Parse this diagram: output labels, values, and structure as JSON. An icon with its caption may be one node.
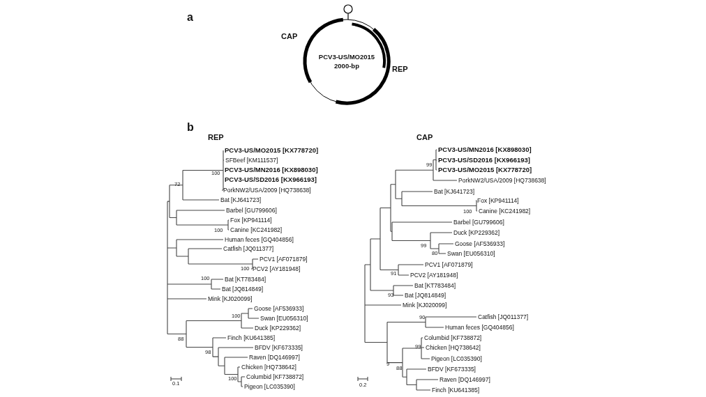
{
  "diagram": {
    "nodes": [
      {
        "text": [
          "PCV3-US/MO2015",
          "2000-bp"
        ]
      }
    ],
    "labels": [
      "a",
      "CAP",
      "REP",
      "b",
      "REP",
      "PCV3-US/MO2015 [KX778720]",
      "SFBeef [KM111537]",
      "PCV3-US/MN2016 [KX898030]",
      "PCV3-US/SD2016 [KX966193]",
      "PorkNW2/USA/2009 [HQ738638]",
      "Bat [KJ641723]",
      "Barbel [GU799606]",
      "Fox [KP941114]",
      "Canine [KC241982]",
      "Human feces [GQ404856]",
      "Catfish [JQ011377]",
      "PCV1 [AF071879]",
      "PCV2 [AY181948]",
      "Bat [KT783484]",
      "Bat [JQ814849]",
      "Mink [KJ020099]",
      "Goose [AF536933]",
      "Swan [EU056310]",
      "Duck [KP229362]",
      "Finch [KU641385]",
      "BFDV [KF673335]",
      "Raven [DQ146997]",
      "Chicken [HQ738642]",
      "Columbid  [KF738872]",
      "Pigeon [LC035390]",
      "100",
      "72",
      "100",
      "100",
      "100",
      "100",
      "88",
      "98",
      "100",
      "0.1",
      "CAP",
      "PCV3-US/MN2016 [KX898030]",
      "PCV3-US/SD2016 [KX966193]",
      "PCV3-US/MO2015 [KX778720]",
      "PorkNW2/USA/2009 [HQ738638]",
      "Bat [KJ641723]",
      "Fox [KP941114]",
      "Canine [KC241982]",
      "Barbel [GU799606]",
      "Duck [KP229362]",
      "Goose [AF536933]",
      "Swan [EU056310]",
      "PCV1 [AF071879]",
      "PCV2 [AY181948]",
      "Bat [KT783484]",
      "Bat [JQ814849]",
      "Mink [KJ020099]",
      "Catfish [JQ011377]",
      "Human feces [GQ404856]",
      "Columbid  [KF738872]",
      "Chicken [HQ738642]",
      "Pigeon [LC035390]",
      "BFDV [KF673335]",
      "Raven [DQ146997]",
      "Finch [KU641385]",
      "99",
      "100",
      "99",
      "80",
      "91",
      "93",
      "90",
      "99",
      "9",
      "88",
      "0.2"
    ]
  }
}
